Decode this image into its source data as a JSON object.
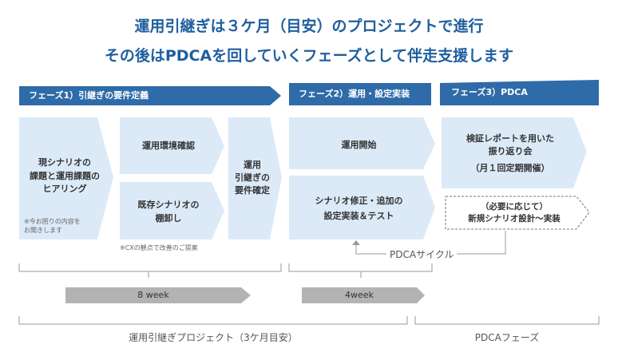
{
  "title": {
    "line1": "運用引継ぎは３ケ月（目安）のプロジェクトで進行",
    "line2": "その後はPDCAを回していくフェーズとして伴走支援します"
  },
  "phases": {
    "phase1": "フェーズ1）引継ぎの要件定義",
    "phase2": "フェーズ2）運用・設定実装",
    "phase3": "フェーズ3）PDCA"
  },
  "steps": {
    "hearing": "現シナリオの\n課題と運用課題の\nヒアリング",
    "hearing_note": "※今お困りの内容を\nお聞きします",
    "env_check": "運用環境確認",
    "inventory": "既存シナリオの\n棚卸し",
    "inventory_note": "※CXの観点で改善のご提案",
    "requirements": "運用\n引継ぎの\n要件確定",
    "ops_start": "運用開始",
    "fix_impl": "シナリオ修正・追加の\n設定実装＆テスト",
    "report": "検証レポートを用いた\n振り返り会",
    "report_sub": "（月１回定期開催）",
    "new_design": "（必要に応じて）\n新規シナリオ設計〜実装"
  },
  "cycle_label": "PDCAサイクル",
  "durations": {
    "d1": "8 week",
    "d2": "4week"
  },
  "brackets": {
    "project": "運用引継ぎプロジェクト（3ケ月目安）",
    "pdca": "PDCAフェーズ"
  },
  "colors": {
    "banner": "#2e6ba8",
    "box": "#dceaf8",
    "duration": "#b3b3b3",
    "title": "#1f5f9e"
  }
}
